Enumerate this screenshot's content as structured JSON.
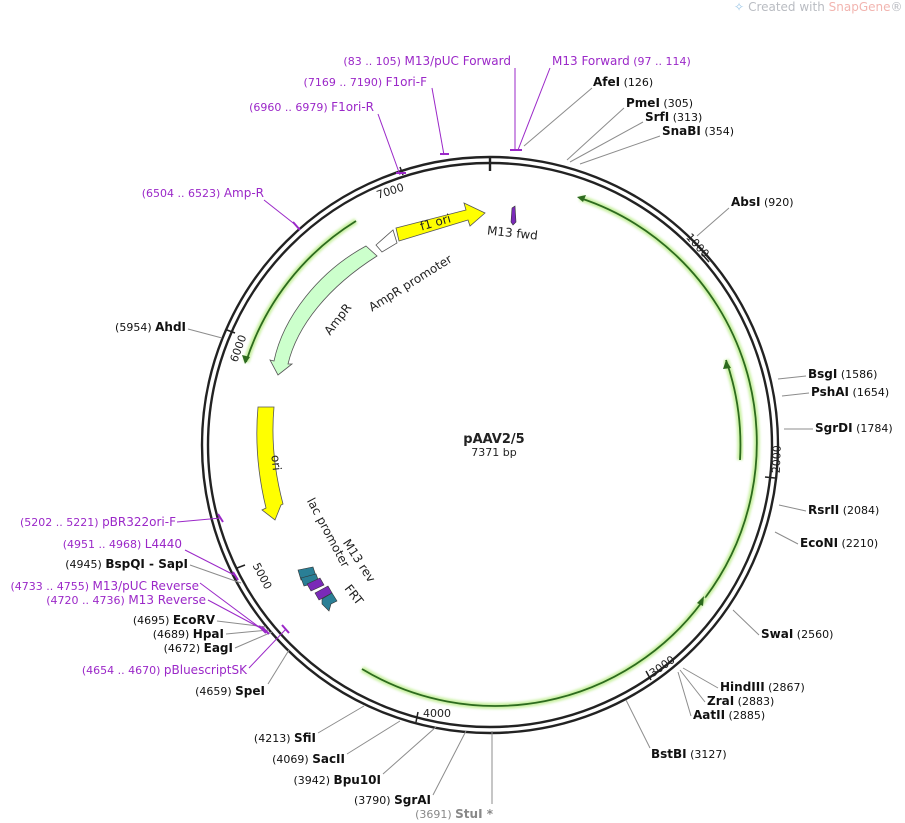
{
  "watermark": {
    "prefix": "Created with ",
    "brand": "SnapGene",
    "suffix": "®",
    "icon": "snapgene-leaf-icon"
  },
  "plasmid": {
    "name": "pAAV2/5",
    "length_label": "7371 bp",
    "length": 7371
  },
  "colors": {
    "backbone": "#222222",
    "primer": "#9b28c8",
    "ori": "#ffff00",
    "ampr": "#ccffcc",
    "orf_line": "#2d6b1e",
    "orf_glow": "#c8f0a0",
    "purple_feature": "#7a2ab8",
    "teal_feature": "#2a7f96",
    "stu_gray": "#888888"
  },
  "ticks": [
    "1000",
    "2000",
    "3000",
    "4000",
    "5000",
    "6000",
    "7000"
  ],
  "sites": [
    {
      "name": "AfeI",
      "pos": "(126)"
    },
    {
      "name": "PmeI",
      "pos": "(305)"
    },
    {
      "name": "SrfI",
      "pos": "(313)"
    },
    {
      "name": "SnaBI",
      "pos": "(354)"
    },
    {
      "name": "AbsI",
      "pos": "(920)"
    },
    {
      "name": "BsgI",
      "pos": "(1586)"
    },
    {
      "name": "PshAI",
      "pos": "(1654)"
    },
    {
      "name": "SgrDI",
      "pos": "(1784)"
    },
    {
      "name": "RsrII",
      "pos": "(2084)"
    },
    {
      "name": "EcoNI",
      "pos": "(2210)"
    },
    {
      "name": "SwaI",
      "pos": "(2560)"
    },
    {
      "name": "HindIII",
      "pos": "(2867)"
    },
    {
      "name": "ZraI",
      "pos": "(2883)"
    },
    {
      "name": "AatII",
      "pos": "(2885)"
    },
    {
      "name": "BstBI",
      "pos": "(3127)"
    },
    {
      "name": "StuI *",
      "pos": "(3691)"
    },
    {
      "name": "SgrAI",
      "pos": "(3790)"
    },
    {
      "name": "Bpu10I",
      "pos": "(3942)"
    },
    {
      "name": "SacII",
      "pos": "(4069)"
    },
    {
      "name": "SfiI",
      "pos": "(4213)"
    },
    {
      "name": "SpeI",
      "pos": "(4659)"
    },
    {
      "name": "EagI",
      "pos": "(4672)"
    },
    {
      "name": "HpaI",
      "pos": "(4689)"
    },
    {
      "name": "EcoRV",
      "pos": "(4695)"
    },
    {
      "name": "BspQI - SapI",
      "pos": "(4945)"
    },
    {
      "name": "AhdI",
      "pos": "(5954)"
    }
  ],
  "primers": [
    {
      "name": "M13/pUC Forward",
      "pos": "(83 .. 105)"
    },
    {
      "name": "M13 Forward",
      "pos": "(97 .. 114)"
    },
    {
      "name": "F1ori-F",
      "pos": "(7169 .. 7190)"
    },
    {
      "name": "F1ori-R",
      "pos": "(6960 .. 6979)"
    },
    {
      "name": "Amp-R",
      "pos": "(6504 .. 6523)"
    },
    {
      "name": "pBR322ori-F",
      "pos": "(5202 .. 5221)"
    },
    {
      "name": "L4440",
      "pos": "(4951 .. 4968)"
    },
    {
      "name": "M13/pUC Reverse",
      "pos": "(4733 .. 4755)"
    },
    {
      "name": "M13 Reverse",
      "pos": "(4720 .. 4736)"
    },
    {
      "name": "pBluescriptSK",
      "pos": "(4654 .. 4670)"
    }
  ],
  "features": {
    "f1_ori": "f1 ori",
    "m13_fwd": "M13 fwd",
    "ampr_promoter": "AmpR promoter",
    "ampr": "AmpR",
    "ori": "ori",
    "lac_promoter": "lac promoter",
    "m13_rev": "M13 rev",
    "frt": "FRT"
  }
}
